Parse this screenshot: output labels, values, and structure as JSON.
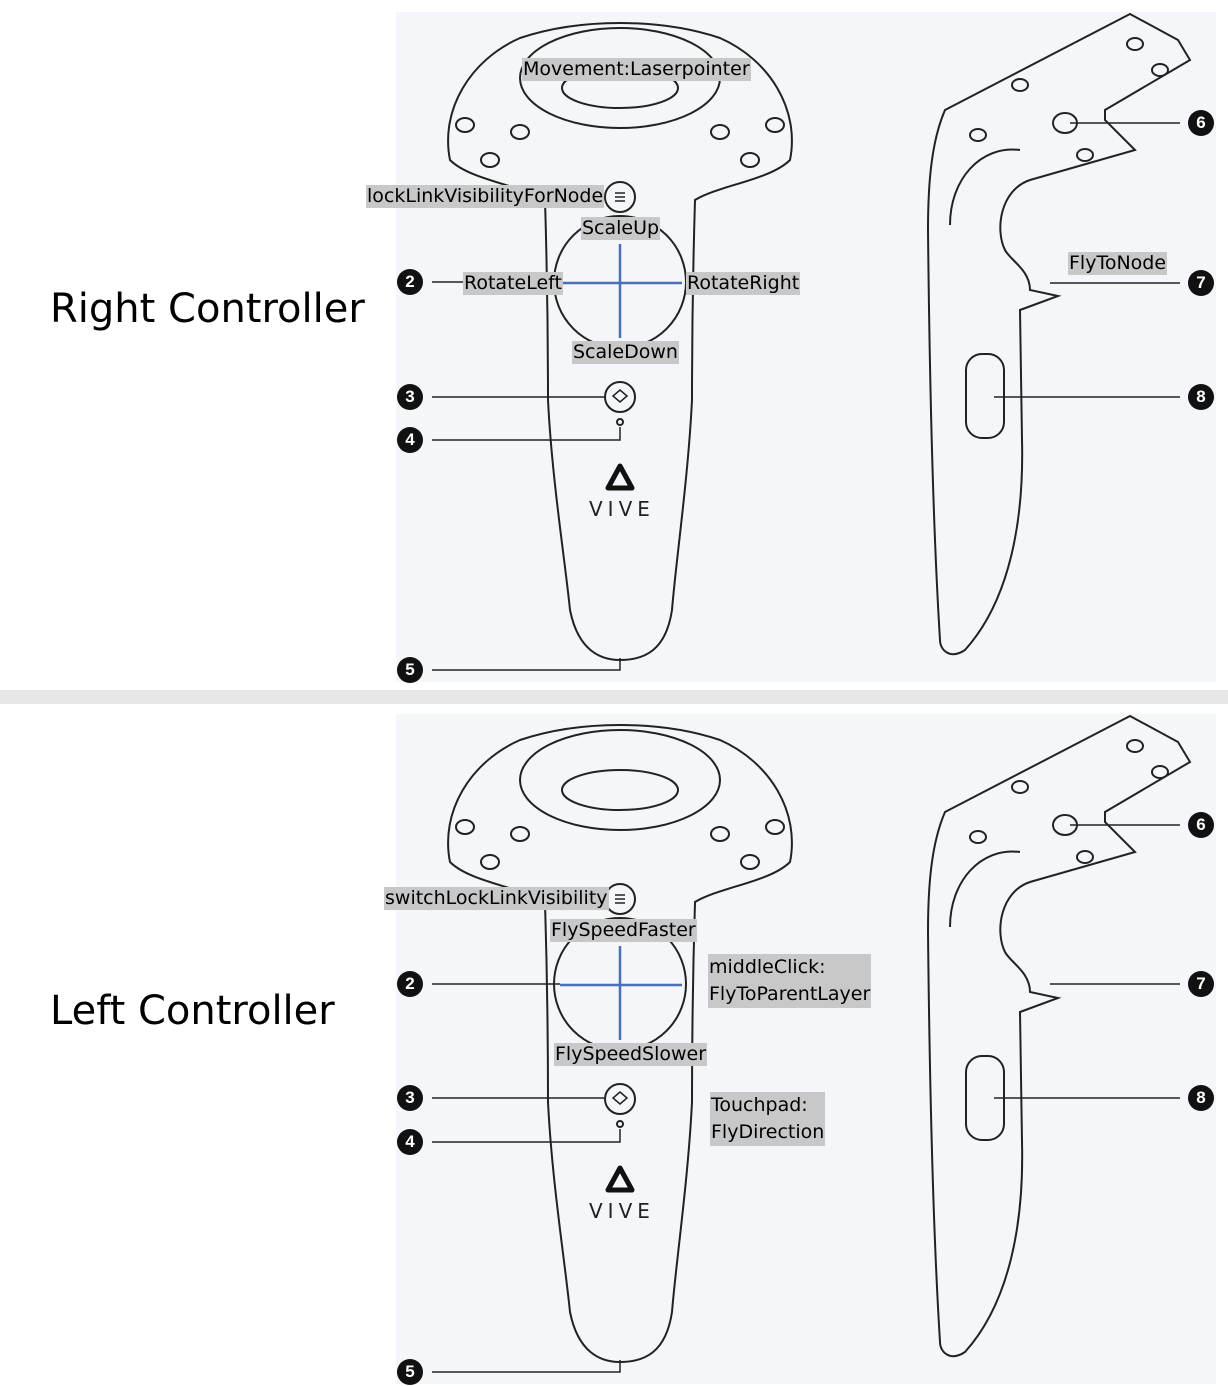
{
  "right": {
    "title": "Right Controller",
    "brand": "VIVE",
    "labels": {
      "top": "Movement:Laserpointer",
      "menu": "lockLinkVisibilityForNode",
      "pad_up": "ScaleUp",
      "pad_left": "RotateLeft",
      "pad_right": "RotateRight",
      "pad_down": "ScaleDown",
      "trigger": "FlyToNode"
    },
    "callouts": [
      "2",
      "3",
      "4",
      "5",
      "6",
      "7",
      "8"
    ]
  },
  "left": {
    "title": "Left Controller",
    "brand": "VIVE",
    "labels": {
      "menu": "switchLockLinkVisibility",
      "pad_up": "FlySpeedFaster",
      "pad_middle": "middleClick:\nFlyToParentLayer",
      "pad_down": "FlySpeedSlower",
      "touchpad": "Touchpad:\nFlyDirection"
    },
    "callouts": [
      "2",
      "3",
      "4",
      "5",
      "6",
      "7",
      "8"
    ]
  },
  "colors": {
    "label_bg": "#c8c8c8",
    "cross_line": "#4a6fb5",
    "diagram_bg": "#f4f6fa"
  }
}
